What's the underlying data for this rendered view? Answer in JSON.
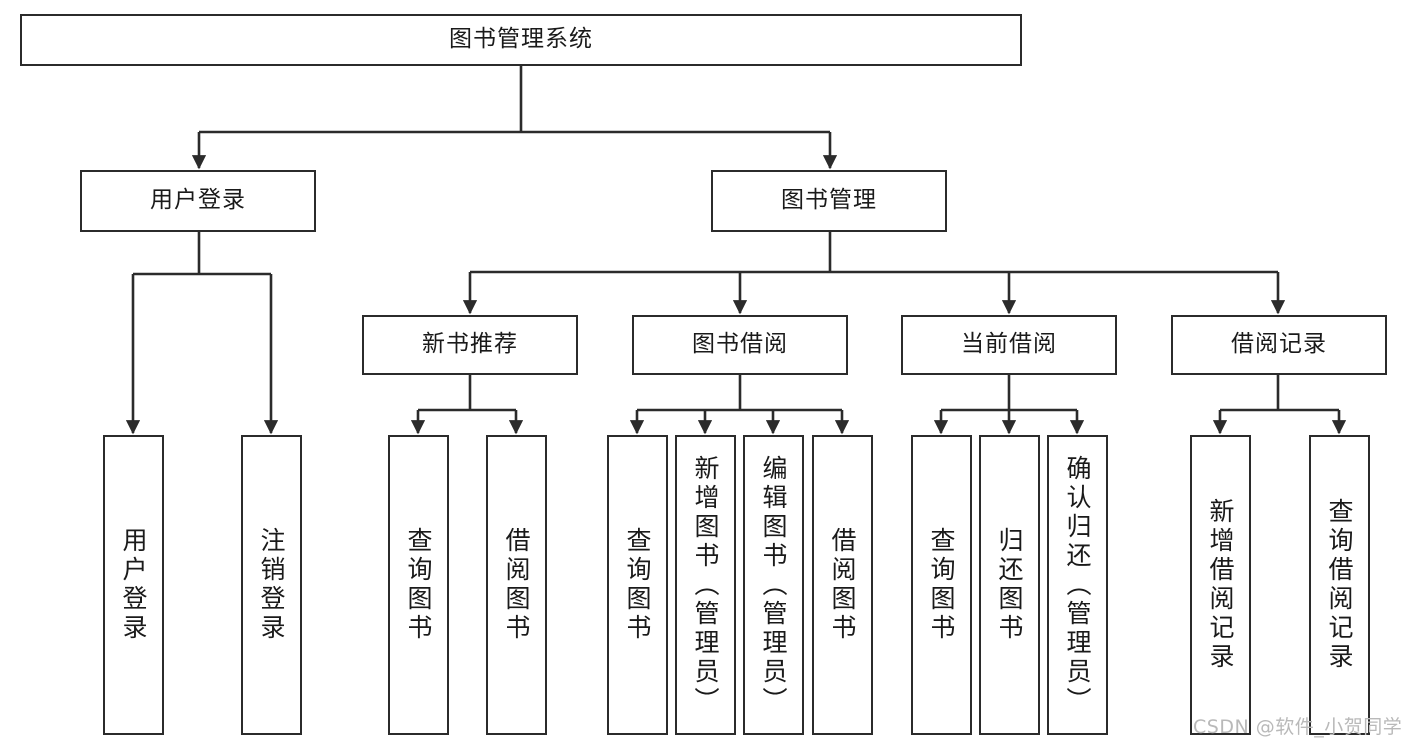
{
  "diagram": {
    "title": "图书管理系统",
    "type": "tree-hierarchy",
    "watermark": "CSDN @软件_小贺同学",
    "colors": {
      "stroke": "#2b2b2b",
      "fill": "#ffffff",
      "text": "#1a1a1a",
      "watermark": "#b9b9b9"
    },
    "nodes": {
      "root": {
        "label": "图书管理系统"
      },
      "level2": [
        {
          "label": "用户登录"
        },
        {
          "label": "图书管理"
        }
      ],
      "level3": [
        {
          "label": "新书推荐"
        },
        {
          "label": "图书借阅"
        },
        {
          "label": "当前借阅"
        },
        {
          "label": "借阅记录"
        }
      ],
      "leaves": {
        "user_login": [
          {
            "label": "用户登录"
          },
          {
            "label": "注销登录"
          }
        ],
        "new_book": [
          {
            "label": "查询图书"
          },
          {
            "label": "借阅图书"
          }
        ],
        "book_borrow": [
          {
            "label": "查询图书"
          },
          {
            "label": "新增图书（管理员）"
          },
          {
            "label": "编辑图书（管理员）"
          },
          {
            "label": "借阅图书"
          }
        ],
        "current_borrow": [
          {
            "label": "查询图书"
          },
          {
            "label": "归还图书"
          },
          {
            "label": "确认归还（管理员）"
          }
        ],
        "borrow_record": [
          {
            "label": "新增借阅记录"
          },
          {
            "label": "查询借阅记录"
          }
        ]
      }
    }
  }
}
